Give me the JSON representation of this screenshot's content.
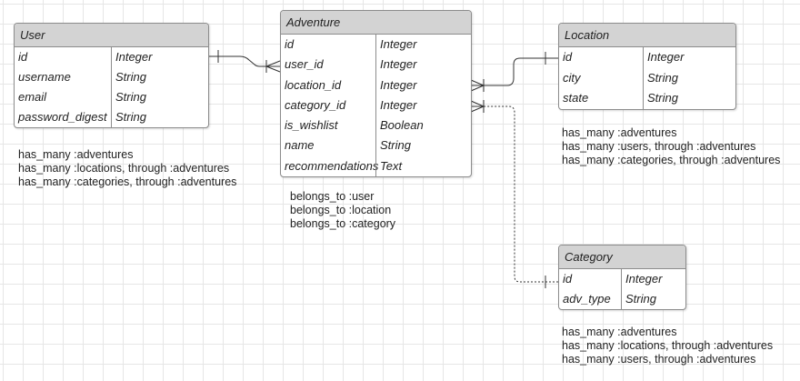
{
  "colors": {
    "header_bg": "#d3d3d3",
    "border": "#8c8c8c",
    "grid": "#e6e6e6"
  },
  "entities": {
    "user": {
      "title": "User",
      "fields": [
        {
          "name": "id",
          "type": "Integer"
        },
        {
          "name": "username",
          "type": "String"
        },
        {
          "name": "email",
          "type": "String"
        },
        {
          "name": "password_digest",
          "type": "String"
        }
      ],
      "notes": [
        "has_many :adventures",
        "has_many :locations, through :adventures",
        "has_many :categories, through :adventures"
      ]
    },
    "adventure": {
      "title": "Adventure",
      "fields": [
        {
          "name": "id",
          "type": "Integer"
        },
        {
          "name": "user_id",
          "type": "Integer"
        },
        {
          "name": "location_id",
          "type": "Integer"
        },
        {
          "name": "category_id",
          "type": "Integer"
        },
        {
          "name": "is_wishlist",
          "type": "Boolean"
        },
        {
          "name": "name",
          "type": "String"
        },
        {
          "name": "recommendations",
          "type": "Text"
        }
      ],
      "notes": [
        "belongs_to :user",
        "belongs_to :location",
        "belongs_to :category"
      ]
    },
    "location": {
      "title": "Location",
      "fields": [
        {
          "name": "id",
          "type": "Integer"
        },
        {
          "name": "city",
          "type": "String"
        },
        {
          "name": "state",
          "type": "String"
        }
      ],
      "notes": [
        "has_many :adventures",
        "has_many :users, through :adventures",
        "has_many :categories, through :adventures"
      ]
    },
    "category": {
      "title": "Category",
      "fields": [
        {
          "name": "id",
          "type": "Integer"
        },
        {
          "name": "adv_type",
          "type": "String"
        }
      ],
      "notes": [
        "has_many :adventures",
        "has_many :locations, through :adventures",
        "has_many :users, through :adventures"
      ]
    }
  }
}
